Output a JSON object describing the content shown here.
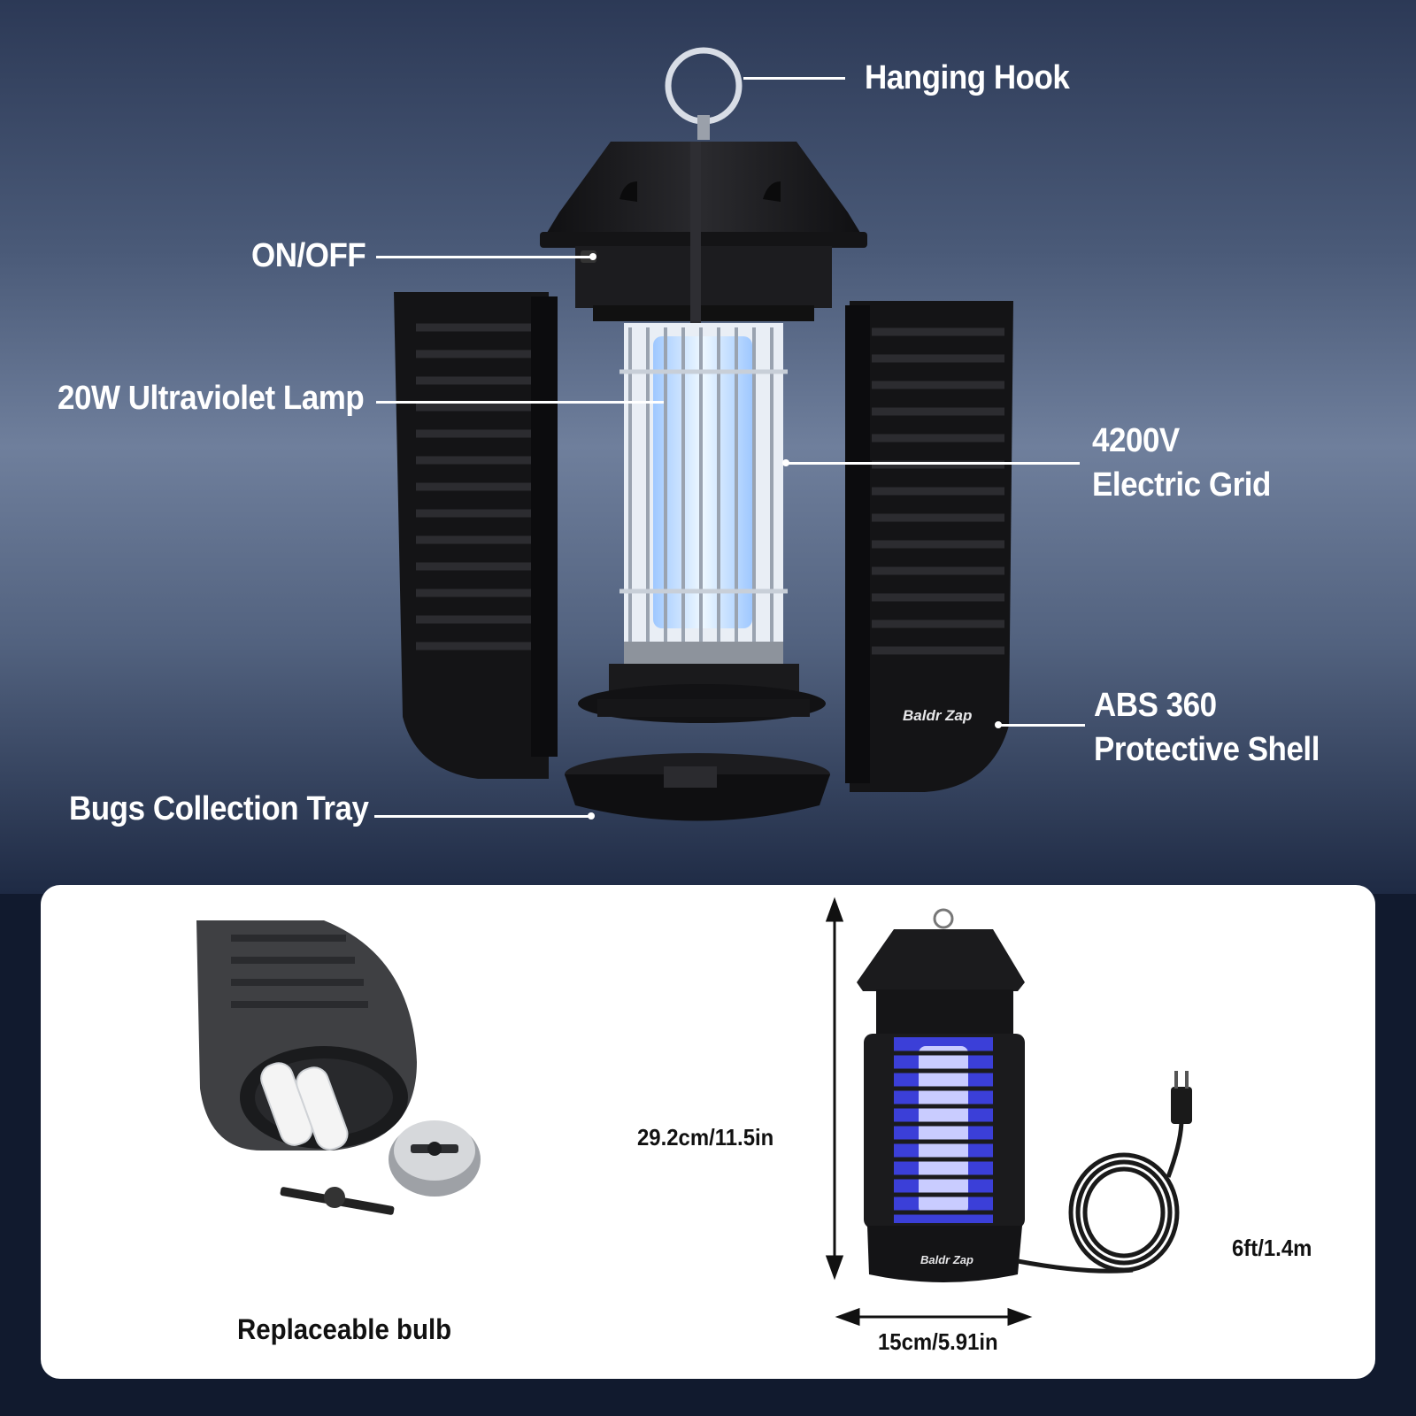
{
  "callouts": {
    "hanging_hook": "Hanging Hook",
    "on_off": "ON/OFF",
    "uv_lamp": "20W Ultraviolet Lamp",
    "electric_grid_line1": "4200V",
    "electric_grid_line2": "Electric Grid",
    "shell_line1": "ABS 360",
    "shell_line2": "Protective Shell",
    "tray": "Bugs Collection Tray"
  },
  "brand": {
    "logo_text": "Baldr Zap"
  },
  "bottom": {
    "bulb_caption": "Replaceable bulb",
    "height_label": "29.2cm/11.5in",
    "width_label": "15cm/5.91in",
    "cord_label": "6ft/1.4m"
  },
  "colors": {
    "background_top": "#4a5a78",
    "background_bottom": "#111a2e",
    "device_black": "#1b1b1d",
    "uv_glow": "#cfe9ff",
    "uv_blue": "#3b3fd8",
    "label_white": "#ffffff"
  },
  "icons": [
    "hanging-hook-ring",
    "on-off-switch",
    "uv-lamp-tube",
    "electric-grid",
    "protective-shell",
    "collection-tray",
    "power-plug",
    "power-cord"
  ]
}
